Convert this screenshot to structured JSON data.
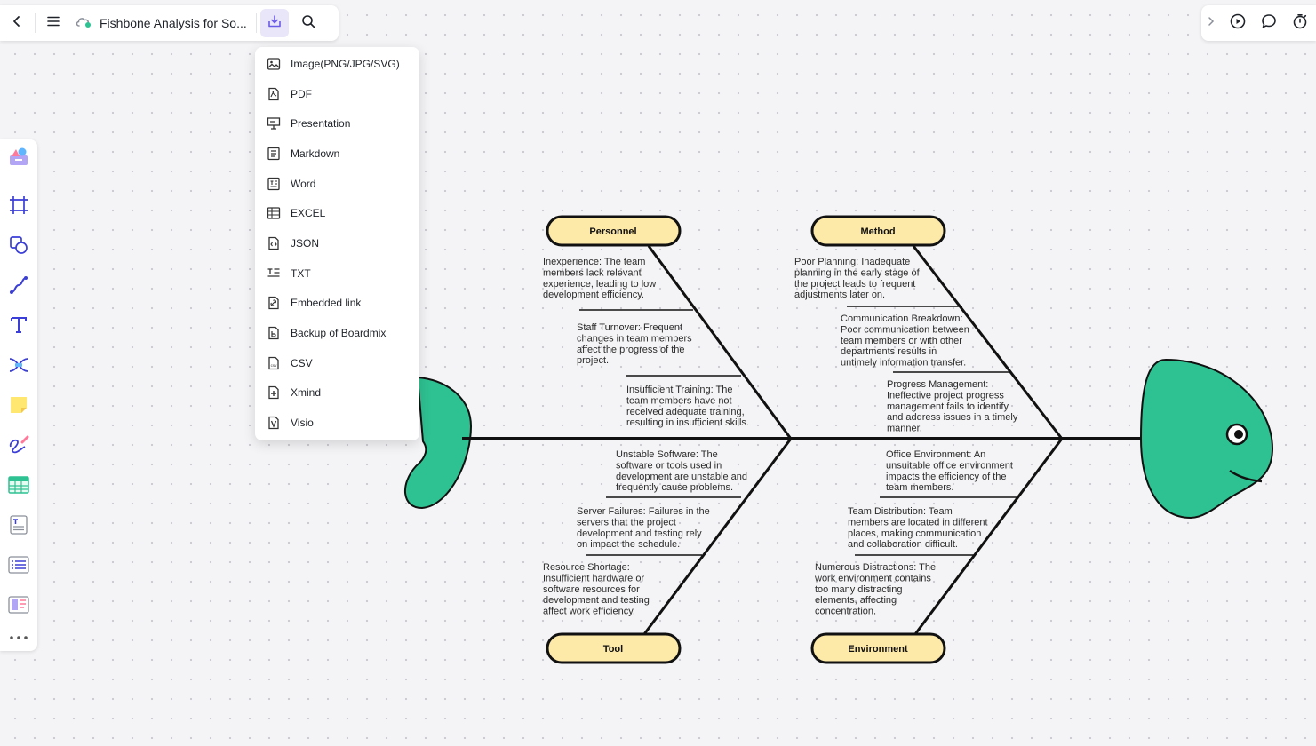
{
  "header": {
    "title": "Fishbone Analysis for So..."
  },
  "export_menu": {
    "items": [
      {
        "label": "Image(PNG/JPG/SVG)",
        "icon": "image-icon"
      },
      {
        "label": "PDF",
        "icon": "pdf-icon"
      },
      {
        "label": "Presentation",
        "icon": "presentation-icon"
      },
      {
        "label": "Markdown",
        "icon": "markdown-icon"
      },
      {
        "label": "Word",
        "icon": "word-icon"
      },
      {
        "label": "EXCEL",
        "icon": "excel-icon"
      },
      {
        "label": "JSON",
        "icon": "json-icon"
      },
      {
        "label": "TXT",
        "icon": "txt-icon"
      },
      {
        "label": "Embedded link",
        "icon": "link-icon"
      },
      {
        "label": "Backup of Boardmix",
        "icon": "backup-icon"
      },
      {
        "label": "CSV",
        "icon": "csv-icon"
      },
      {
        "label": "Xmind",
        "icon": "xmind-icon"
      },
      {
        "label": "Visio",
        "icon": "visio-icon"
      }
    ]
  },
  "toolbar_left": [
    "templates-icon",
    "frame-icon",
    "shape-icon",
    "connector-icon",
    "text-icon",
    "mindmap-icon",
    "sticky-note-icon",
    "pen-icon",
    "table-icon",
    "text-doc-icon",
    "list-icon",
    "layout-icon",
    "more-icon"
  ],
  "toolbar_right": [
    "chevron-right-icon",
    "play-icon",
    "comment-icon",
    "timer-icon"
  ],
  "colors": {
    "fish": "#2ec191",
    "category_fill": "#fde9a8",
    "line": "#111111",
    "accent": "#6b5ce7"
  },
  "diagram": {
    "categories": {
      "personnel": "Personnel",
      "method": "Method",
      "tool": "Tool",
      "environment": "Environment"
    },
    "causes": {
      "personnel": [
        [
          "Inexperience: The team",
          "members lack relevant",
          "experience, leading to low",
          "development efficiency."
        ],
        [
          "Staff Turnover: Frequent",
          "changes in team members",
          "affect the progress of the",
          "project."
        ],
        [
          "Insufficient Training: The",
          "team members have not",
          "received adequate training,",
          "resulting in insufficient skills."
        ]
      ],
      "method": [
        [
          "Poor Planning: Inadequate",
          "planning in the early stage of",
          "the project leads to frequent",
          "adjustments later on."
        ],
        [
          "Communication Breakdown:",
          "Poor communication between",
          "team members or with other",
          "departments results in",
          "untimely information transfer."
        ],
        [
          "Progress Management:",
          "Ineffective project progress",
          "management fails to identify",
          "and address issues in a timely",
          "manner."
        ]
      ],
      "tool": [
        [
          "Unstable Software: The",
          "software or tools used in",
          "development are unstable and",
          "frequently cause problems."
        ],
        [
          "Server Failures: Failures in the",
          "servers that the project",
          "development and testing rely",
          "on impact the schedule."
        ],
        [
          "Resource Shortage:",
          "Insufficient hardware or",
          "software resources for",
          "development and testing",
          "affect work efficiency."
        ]
      ],
      "environment": [
        [
          "Office Environment: An",
          "unsuitable office environment",
          "impacts the efficiency of the",
          "team members."
        ],
        [
          "Team Distribution: Team",
          "members are located in different",
          "places, making communication",
          "and collaboration difficult."
        ],
        [
          "Numerous Distractions: The",
          "work environment contains",
          "too many distracting",
          "elements, affecting",
          "concentration."
        ]
      ]
    }
  }
}
